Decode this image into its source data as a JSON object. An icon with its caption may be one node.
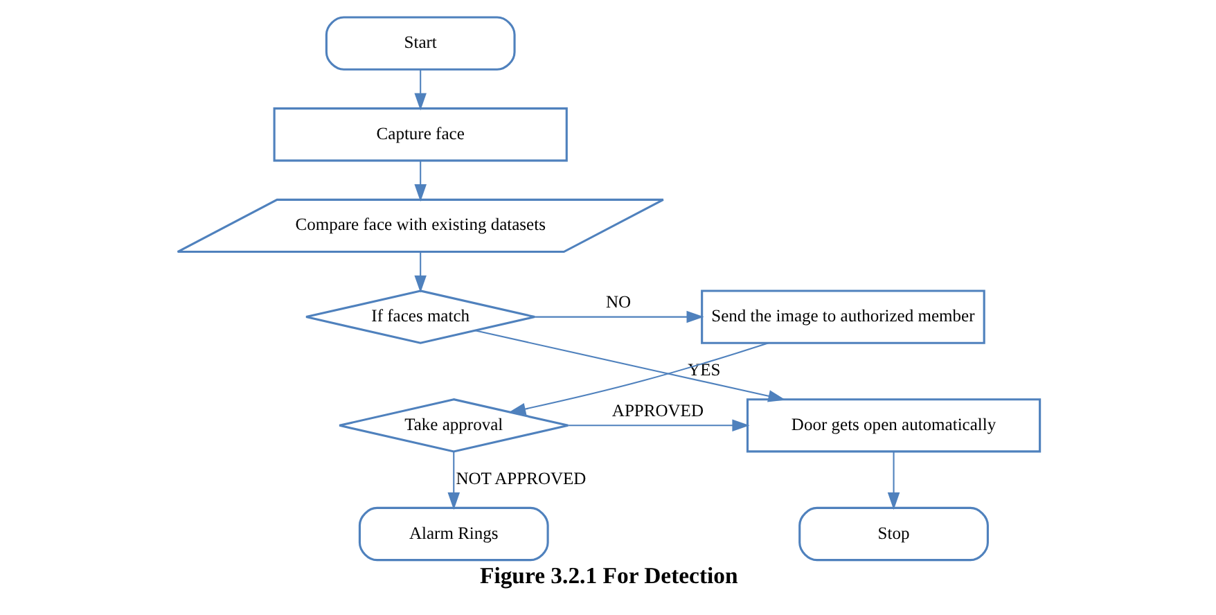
{
  "diagram": {
    "caption": "Figure 3.2.1 For Detection",
    "nodes": [
      {
        "text": [
          "Start"
        ]
      },
      {
        "text": [
          "Capture face"
        ]
      },
      {
        "text": [
          "Compare face with existing datasets"
        ]
      },
      {
        "text": [
          "If faces match"
        ]
      },
      {
        "text": [
          "Send the image to authorized member"
        ]
      },
      {
        "text": [
          "Take approval"
        ]
      },
      {
        "text": [
          "Door gets open automatically"
        ]
      },
      {
        "text": [
          "Stop"
        ]
      },
      {
        "text": [
          "Alarm Rings"
        ]
      }
    ],
    "edges": [
      {
        "from": 0,
        "to": 1,
        "arrow": "to"
      },
      {
        "from": 1,
        "to": 2,
        "arrow": "to"
      },
      {
        "from": 2,
        "to": 3,
        "arrow": "to"
      },
      {
        "from": 3,
        "to": 4,
        "arrow": "to",
        "label": "NO"
      },
      {
        "from": 3,
        "to": 6,
        "arrow": "to",
        "label": "YES"
      },
      {
        "from": 4,
        "to": 5,
        "arrow": "to"
      },
      {
        "from": 5,
        "to": 6,
        "arrow": "to",
        "label": "APPROVED"
      },
      {
        "from": 5,
        "to": 8,
        "arrow": "to",
        "label": "NOT APPROVED"
      },
      {
        "from": 6,
        "to": 7,
        "arrow": "to"
      }
    ]
  }
}
